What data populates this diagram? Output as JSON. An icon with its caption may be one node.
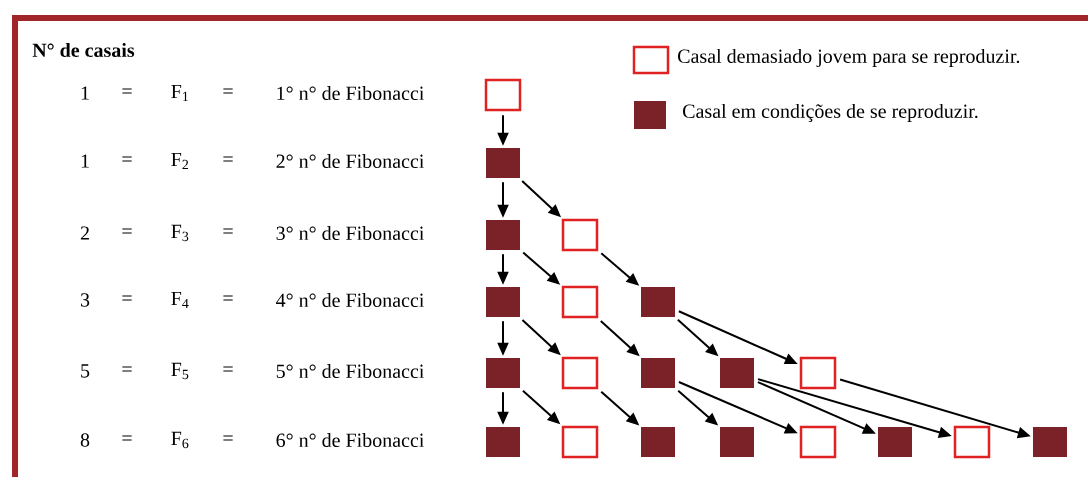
{
  "diagram": {
    "title": "N° de casais",
    "nodes": [
      {
        "text": [],
        "shape": "box"
      },
      {
        "text": [],
        "shape": "block"
      },
      {
        "text": [],
        "shape": "block"
      },
      {
        "text": [],
        "shape": "box"
      },
      {
        "text": [],
        "shape": "block"
      },
      {
        "text": [],
        "shape": "box"
      },
      {
        "text": [],
        "shape": "block"
      },
      {
        "text": [],
        "shape": "block"
      },
      {
        "text": [],
        "shape": "box"
      },
      {
        "text": [],
        "shape": "block"
      },
      {
        "text": [],
        "shape": "block"
      },
      {
        "text": [],
        "shape": "box"
      },
      {
        "text": [],
        "shape": "block"
      },
      {
        "text": [],
        "shape": "box"
      },
      {
        "text": [],
        "shape": "block"
      },
      {
        "text": [],
        "shape": "block"
      },
      {
        "text": [],
        "shape": "box"
      },
      {
        "text": [],
        "shape": "block"
      },
      {
        "text": [],
        "shape": "box"
      },
      {
        "text": [],
        "shape": "block"
      }
    ],
    "edges": [
      {
        "from": 0,
        "to": 1,
        "arrow": "to"
      },
      {
        "from": 1,
        "to": 2,
        "arrow": "to"
      },
      {
        "from": 1,
        "to": 3,
        "arrow": "to"
      },
      {
        "from": 2,
        "to": 4,
        "arrow": "to"
      },
      {
        "from": 2,
        "to": 5,
        "arrow": "to"
      },
      {
        "from": 3,
        "to": 6,
        "arrow": "to"
      },
      {
        "from": 4,
        "to": 7,
        "arrow": "to"
      },
      {
        "from": 4,
        "to": 8,
        "arrow": "to"
      },
      {
        "from": 5,
        "to": 9,
        "arrow": "to"
      },
      {
        "from": 6,
        "to": 10,
        "arrow": "to"
      },
      {
        "from": 6,
        "to": 11,
        "arrow": "to"
      },
      {
        "from": 7,
        "to": 12,
        "arrow": "to"
      },
      {
        "from": 7,
        "to": 13,
        "arrow": "to"
      },
      {
        "from": 8,
        "to": 14,
        "arrow": "to"
      },
      {
        "from": 9,
        "to": 15,
        "arrow": "to"
      },
      {
        "from": 9,
        "to": 16,
        "arrow": "to"
      },
      {
        "from": 10,
        "to": 17,
        "arrow": "to"
      },
      {
        "from": 10,
        "to": 18,
        "arrow": "to"
      },
      {
        "from": 11,
        "to": 19,
        "arrow": "to"
      }
    ],
    "labels": [
      "1",
      "=",
      "F$_{1}$",
      "=",
      "1° n° de Fibonacci",
      "1",
      "=",
      "F$_{2}$",
      "=",
      "2° n° de Fibonacci",
      "2",
      "=",
      "F$_{3}$",
      "=",
      "3° n° de Fibonacci",
      "3",
      "=",
      "F$_{4}$",
      "=",
      "4° n° de Fibonacci",
      "5",
      "=",
      "F$_{5}$",
      "=",
      "5° n° de Fibonacci",
      "8",
      "=",
      "F$_{6}$",
      "=",
      "6° n° de Fibonacci"
    ],
    "legend": [
      {
        "text": "Casal demasiado jovem para se reproduzir."
      },
      {
        "text": "Casal em condições de se reproduzir.",
        "color": "#7a2228"
      }
    ]
  }
}
